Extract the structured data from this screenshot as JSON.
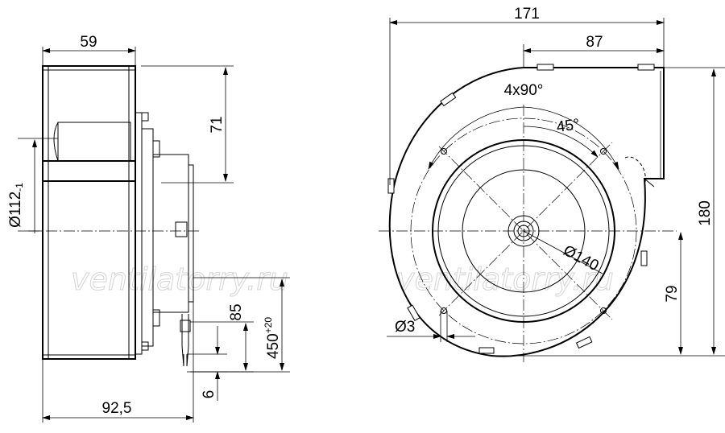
{
  "watermark": "ventilatorry.ru",
  "side_view": {
    "width_top": "59",
    "height_inlet": "71",
    "diameter_inlet": "Ø112",
    "diameter_tolerance": "-1",
    "cable_length": "450",
    "cable_tolerance": "+20",
    "cable_strip": "85",
    "wire_strip": "6",
    "overall_depth": "92,5"
  },
  "front_view": {
    "overall_width": "171",
    "outlet_width": "87",
    "mount_pattern": "4x90°",
    "mount_angle": "45°",
    "bolt_circle": "Ø140",
    "hole_diameter": "Ø3",
    "overall_height": "180",
    "axis_height": "79"
  }
}
